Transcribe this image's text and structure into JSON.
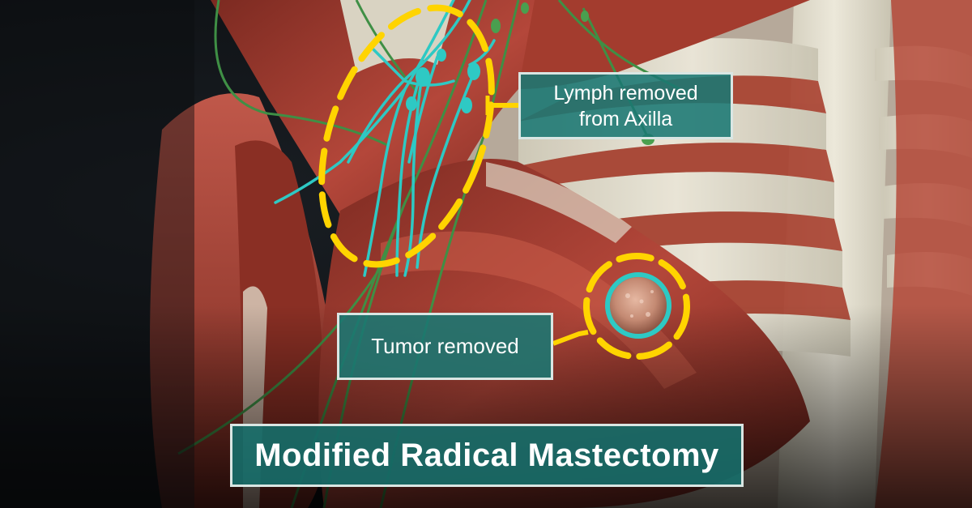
{
  "labels": {
    "lymph_line1": "Lymph removed",
    "lymph_line2": "from Axilla",
    "tumor": "Tumor removed",
    "title": "Modified Radical Mastectomy"
  },
  "colors": {
    "highlight_yellow": "#ffd400",
    "lymph_cyan": "#2ec9c4",
    "vessel_green": "#3f8f45",
    "label_teal": "#1a7873",
    "muscle_red": "#a83a2c",
    "bone_ivory": "#e4e0d0"
  },
  "icons": [
    "dashed-ellipse-axilla",
    "dashed-circle-tumor",
    "tumor-mass"
  ]
}
